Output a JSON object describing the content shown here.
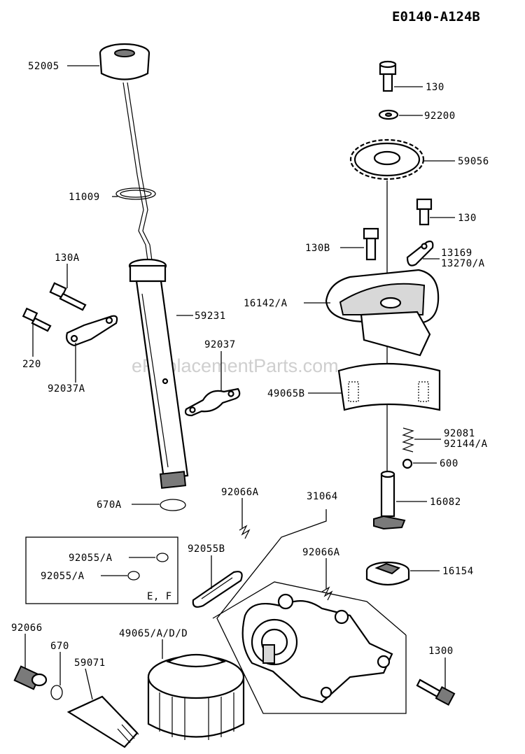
{
  "title": "E0140-A124B",
  "watermark": "eReplacementParts.com",
  "labels": {
    "l52005": "52005",
    "l11009": "11009",
    "l59231": "59231",
    "l130A": "130A",
    "l220": "220",
    "l92037A": "92037A",
    "l92037": "92037",
    "l670A": "670A",
    "l130_top": "130",
    "l92200": "92200",
    "l59056": "59056",
    "l130_mid": "130",
    "l130B": "130B",
    "l13169": "13169",
    "l13270A": "13270/A",
    "l16142A": "16142/A",
    "l49065B": "49065B",
    "l92081": "92081",
    "l92144A": "92144/A",
    "l600": "600",
    "l16082": "16082",
    "l92066A_left": "92066A",
    "l31064": "31064",
    "l92066A_right": "92066A",
    "l92055B": "92055B",
    "l92055A_1": "92055/A",
    "l92055A_2": "92055/A",
    "lEF": "E, F",
    "l16154": "16154",
    "l92066": "92066",
    "l670": "670",
    "l59071": "59071",
    "l49065ADD": "49065/A/D/D",
    "l1300": "1300"
  }
}
